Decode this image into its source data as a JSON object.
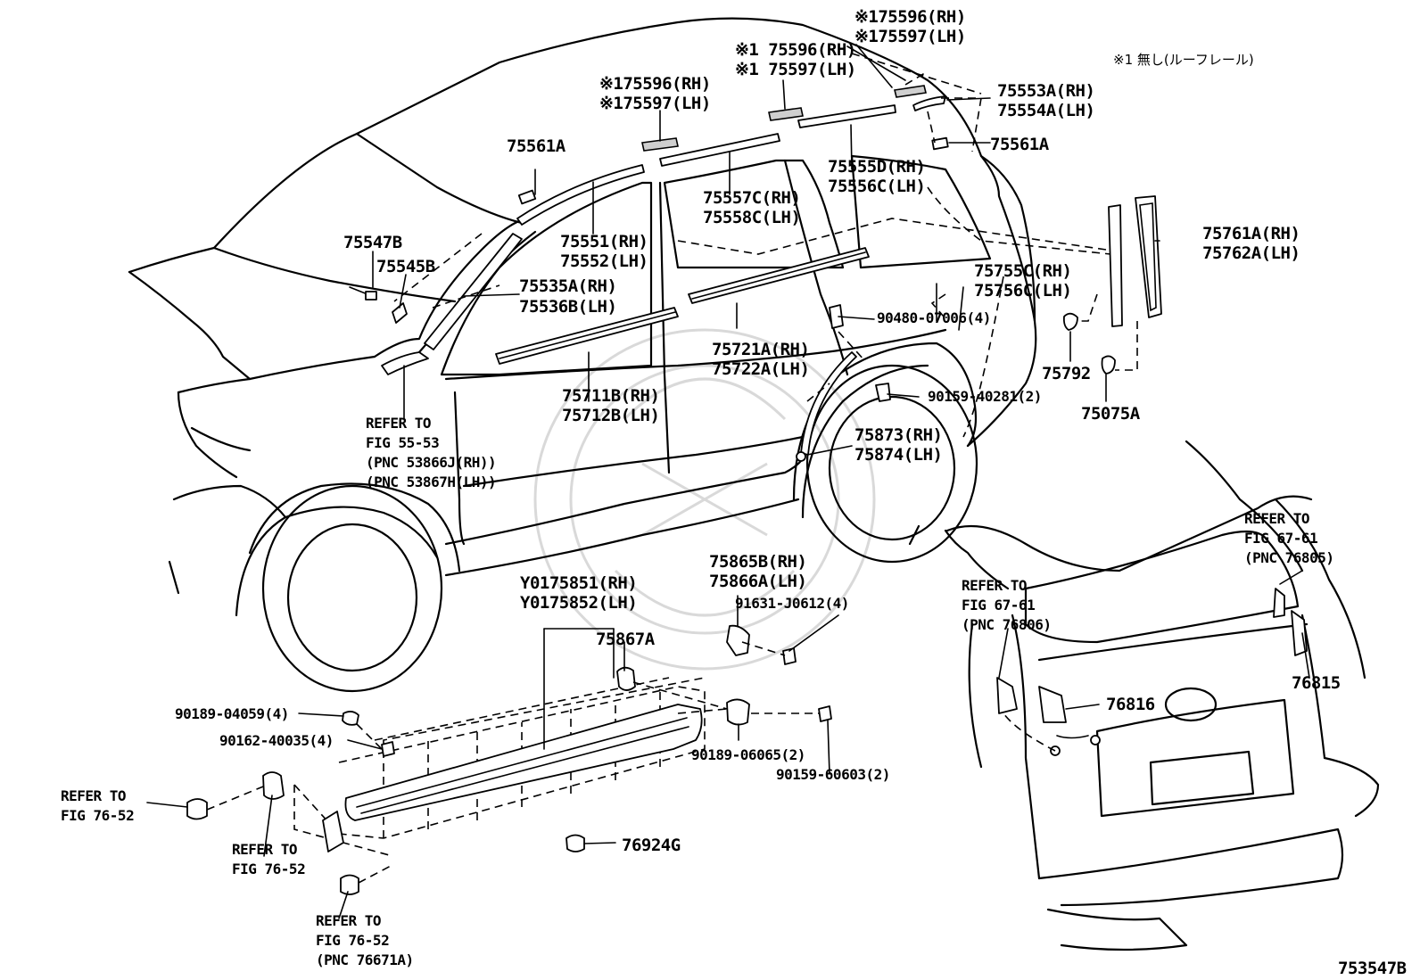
{
  "note": "※1 無し(ルーフレール)",
  "figure_id": "753547B",
  "labels": {
    "l_75596_rh_a": "※175596(RH)",
    "l_75597_lh_a": "※175597(LH)",
    "l_75596_rh_b": "※1 75596(RH)",
    "l_75597_lh_b": "※1 75597(LH)",
    "l_75596_rh_c": "※175596(RH)",
    "l_75597_lh_c": "※175597(LH)",
    "l_75553a": "75553A(RH)",
    "l_75554a": "75554A(LH)",
    "l_75561a_r": "75561A",
    "l_75561a_l": "75561A",
    "l_75555d": "75555D(RH)",
    "l_75556c": "75556C(LH)",
    "l_75557c": "75557C(RH)",
    "l_75558c": "75558C(LH)",
    "l_75551": "75551(RH)",
    "l_75552": "75552(LH)",
    "l_75547b": "75547B",
    "l_75545b": "75545B",
    "l_75535a": "75535A(RH)",
    "l_75536b": "75536B(LH)",
    "l_75761a": "75761A(RH)",
    "l_75762a": "75762A(LH)",
    "l_75755c": "75755C(RH)",
    "l_75756c": "75756C(LH)",
    "l_90480": "90480-07006(4)",
    "l_75792": "75792",
    "l_75075a": "75075A",
    "l_75721a": "75721A(RH)",
    "l_75722a": "75722A(LH)",
    "l_90159_40281": "90159-40281(2)",
    "l_75711b": "75711B(RH)",
    "l_75712b": "75712B(LH)",
    "l_75873": "75873(RH)",
    "l_75874": "75874(LH)",
    "l_ref55_1": "REFER TO",
    "l_ref55_2": "FIG 55-53",
    "l_ref55_3": "(PNC 53866J(RH))",
    "l_ref55_4": "(PNC 53867H(LH))",
    "l_ref6761a_1": "REFER TO",
    "l_ref6761a_2": "FIG 67-61",
    "l_ref6761a_3": "(PNC 76805)",
    "l_ref6761b_1": "REFER TO",
    "l_ref6761b_2": "FIG 67-61",
    "l_ref6761b_3": "(PNC 76806)",
    "l_y0175851": "Y0175851(RH)",
    "l_y0175852": "Y0175852(LH)",
    "l_75865b": "75865B(RH)",
    "l_75866a": "75866A(LH)",
    "l_91631": "91631-J0612(4)",
    "l_75867a": "75867A",
    "l_90189_04059": "90189-04059(4)",
    "l_90162": "90162-40035(4)",
    "l_90189_06065": "90189-06065(2)",
    "l_90159_60603": "90159-60603(2)",
    "l_76816": "76816",
    "l_76815": "76815",
    "l_76924g": "76924G",
    "l_ref7652a_1": "REFER TO",
    "l_ref7652a_2": "FIG 76-52",
    "l_ref7652b_1": "REFER TO",
    "l_ref7652b_2": "FIG 76-52",
    "l_ref7652c_1": "REFER TO",
    "l_ref7652c_2": "FIG 76-52",
    "l_ref7652c_3": "(PNC 76671A)"
  }
}
